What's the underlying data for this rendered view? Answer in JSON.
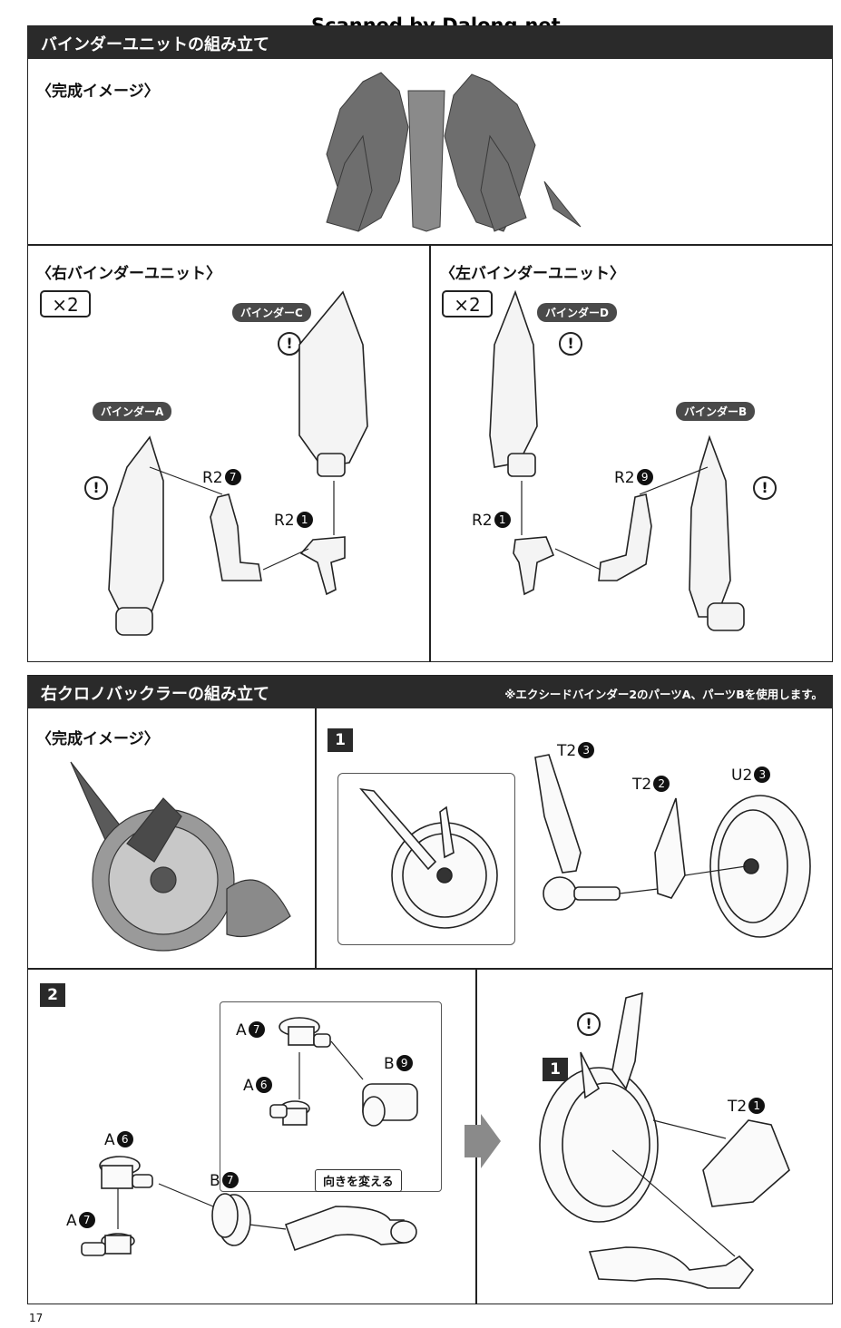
{
  "watermark": "Scanned by Dalong.net",
  "section1": {
    "title": "バインダーユニットの組み立て",
    "preview_label": "〈完成イメージ〉",
    "right_unit": {
      "title": "〈右バインダーユニット〉",
      "multiplier": "×2",
      "part_c": "バインダーC",
      "part_a": "バインダーA",
      "label_r2_7": "R2",
      "num_r2_7": "7",
      "label_r2_1": "R2",
      "num_r2_1": "1"
    },
    "left_unit": {
      "title": "〈左バインダーユニット〉",
      "multiplier": "×2",
      "part_d": "バインダーD",
      "part_b": "バインダーB",
      "label_r2_9": "R2",
      "num_r2_9": "9",
      "label_r2_1": "R2",
      "num_r2_1": "1"
    }
  },
  "section2": {
    "title": "右クロノバックラーの組み立て",
    "note": "※エクシードバインダー2のパーツA、パーツBを使用します。",
    "preview_label": "〈完成イメージ〉",
    "step1": {
      "number": "1",
      "t2_3": "T2",
      "t2_3_num": "3",
      "t2_2": "T2",
      "t2_2_num": "2",
      "u2_3": "U2",
      "u2_3_num": "3"
    },
    "step2": {
      "number": "2",
      "a7_top": "A",
      "a7_top_num": "7",
      "a6_top": "A",
      "a6_top_num": "6",
      "b9": "B",
      "b9_num": "9",
      "change_direction": "向きを変える",
      "a6": "A",
      "a6_num": "6",
      "a7": "A",
      "a7_num": "7",
      "b7": "B",
      "b7_num": "7",
      "ref_step": "1",
      "t2_1": "T2",
      "t2_1_num": "1"
    }
  },
  "page_number": "17"
}
